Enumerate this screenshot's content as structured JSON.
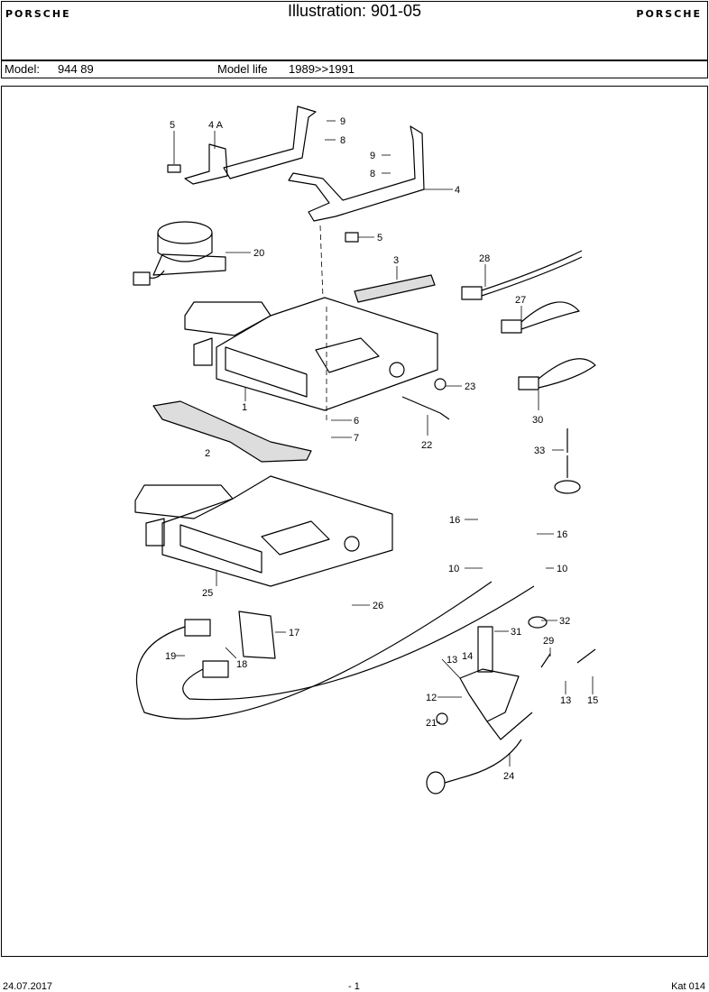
{
  "header": {
    "brand_left": "PORSCHE",
    "brand_right": "PORSCHE",
    "title": "Illustration: 901-05"
  },
  "model_bar": {
    "model_label": "Model:",
    "model_value": "944 89",
    "life_label": "Model life",
    "life_value": "1989>>1991"
  },
  "callouts": {
    "c5a": "5",
    "c4a": "4 A",
    "c9a": "9",
    "c8a": "8",
    "c9b": "9",
    "c8b": "8",
    "c4": "4",
    "c5b": "5",
    "c20": "20",
    "c3": "3",
    "c28": "28",
    "c27": "27",
    "c1": "1",
    "c23": "23",
    "c6": "6",
    "c7": "7",
    "c22": "22",
    "c30": "30",
    "c2": "2",
    "c33": "33",
    "c16a": "16",
    "c16b": "16",
    "c10a": "10",
    "c10b": "10",
    "c25": "25",
    "c26": "26",
    "c17": "17",
    "c32": "32",
    "c31": "31",
    "c19": "19",
    "c18": "18",
    "c14": "14",
    "c29": "29",
    "c13a": "13",
    "c13b": "13",
    "c15": "15",
    "c12": "12",
    "c21": "21",
    "c24": "24"
  },
  "footer": {
    "date": "24.07.2017",
    "page": "- 1",
    "catalog": "Kat 014"
  }
}
